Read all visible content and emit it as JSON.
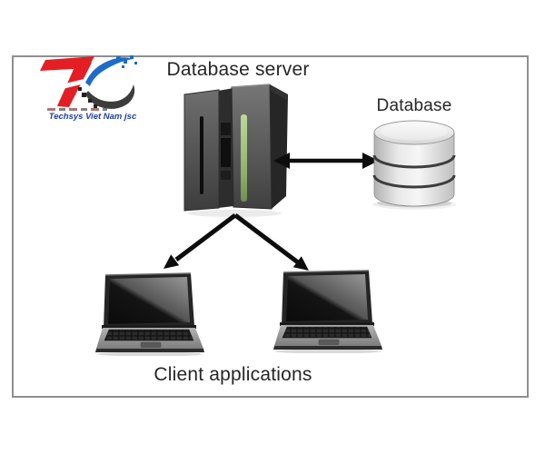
{
  "page": {
    "background": "#ffffff",
    "frame_border_color": "#8f8f8f"
  },
  "logo": {
    "company": "Techsys Viet Nam jsc",
    "red": "#e31e24",
    "blue": "#1e6bc8",
    "dark": "#3c3c3c"
  },
  "diagram": {
    "arrow_color": "#0d0d0d",
    "nodes": [
      {
        "id": "database-server",
        "label": "Database server",
        "type": "server-tower"
      },
      {
        "id": "database",
        "label": "Database",
        "type": "database-cylinder"
      },
      {
        "id": "client-laptop-left",
        "label": "",
        "type": "laptop"
      },
      {
        "id": "client-laptop-right",
        "label": "",
        "type": "laptop"
      }
    ],
    "group_label_clients": "Client applications",
    "edges": [
      {
        "from": "database-server",
        "to": "database",
        "style": "double-headed-arrow"
      },
      {
        "from": "database-server",
        "to": "client-laptop-left",
        "style": "arrow"
      },
      {
        "from": "database-server",
        "to": "client-laptop-right",
        "style": "arrow"
      }
    ]
  }
}
